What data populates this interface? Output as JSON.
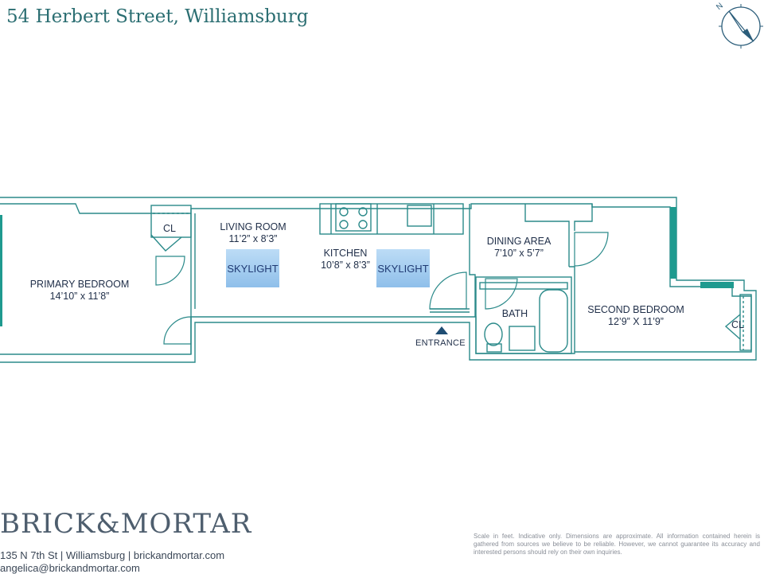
{
  "header": {
    "title": "54 Herbert Street, Williamsburg",
    "compass_letter": "N"
  },
  "rooms": {
    "primary_bedroom": {
      "name": "PRIMARY BEDROOM",
      "dims": "14’10” x 11’8”"
    },
    "living_room": {
      "name": "LIVING ROOM",
      "dims": "11’2” x 8’3”"
    },
    "kitchen": {
      "name": "KITCHEN",
      "dims": "10’8” x 8’3”"
    },
    "dining_area": {
      "name": "DINING AREA",
      "dims": "7’10” x 5’7”"
    },
    "bath": {
      "name": "BATH"
    },
    "second_bedroom": {
      "name": "SECOND BEDROOM",
      "dims": "12’9” X 11’9”"
    },
    "closet_1": "CL",
    "closet_2": "CL",
    "skylight_1": "SKYLIGHT",
    "skylight_2": "SKYLIGHT",
    "entrance": "ENTRANCE"
  },
  "footer": {
    "brand": "BRICK&MORTAR",
    "address": "135 N 7th St | Williamsburg | brickandmortar.com",
    "email": "angelica@brickandmortar.com",
    "disclaimer": "Scale in feet. Indicative only. Dimensions are approximate. All information contained herein is gathered from sources we believe to be reliable. However, we cannot guarantee its accuracy and interested persons should rely on their own inquiries."
  },
  "colors": {
    "wall": "#2b8a8a",
    "window": "#1f9a8f",
    "text": "#1f2e48",
    "title": "#2b6e72"
  }
}
